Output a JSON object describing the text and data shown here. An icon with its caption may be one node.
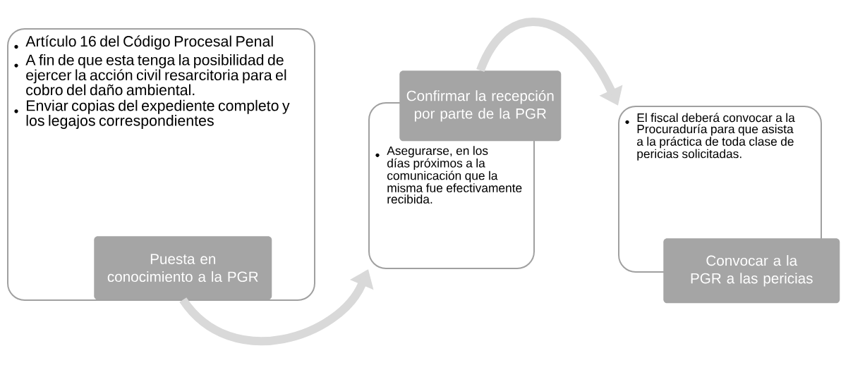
{
  "diagram": {
    "nodes": [
      {
        "text": [
          "Artículo 16 del Código Procesal Penal",
          "A fin de que esta tenga la posibilidad de ejercer la acción civil resarcitoria para el cobro del daño ambiental.",
          "Enviar copias del expediente completo y los legajos correspondientes"
        ]
      },
      {
        "text": [
          "Puesta en conocimiento a la PGR"
        ],
        "in": 0
      },
      {
        "text": [
          "Confirmar la recepción por parte de la PGR"
        ]
      },
      {
        "text": [
          "Asegurarse, en los días próximos a la comunicación que la misma fue efectivamente recibida."
        ]
      },
      {
        "text": [
          "El fiscal deberá convocar a la Procuraduría para que asista a la práctica de toda clase de pericias solicitadas."
        ]
      },
      {
        "text": [
          "Convocar a la PGR a las pericias"
        ]
      }
    ],
    "edges": [
      {
        "from": 1,
        "to": 3,
        "arrow": "to"
      },
      {
        "from": 2,
        "to": 4,
        "arrow": "to"
      }
    ]
  }
}
